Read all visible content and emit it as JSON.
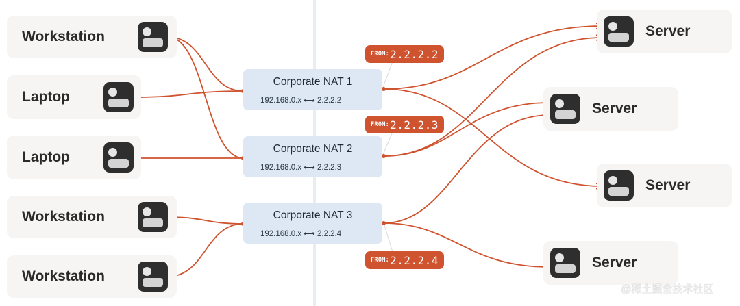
{
  "clients": [
    {
      "label": "Workstation",
      "icon": "device-icon"
    },
    {
      "label": "Laptop",
      "icon": "device-icon"
    },
    {
      "label": "Laptop",
      "icon": "device-icon"
    },
    {
      "label": "Workstation",
      "icon": "device-icon"
    },
    {
      "label": "Workstation",
      "icon": "device-icon"
    }
  ],
  "nats": [
    {
      "title": "Corporate NAT 1",
      "mapping": "192.168.0.x ⟷ 2.2.2.2"
    },
    {
      "title": "Corporate NAT 2",
      "mapping": "192.168.0.x ⟷ 2.2.2.3"
    },
    {
      "title": "Corporate NAT 3",
      "mapping": "192.168.0.x ⟷ 2.2.2.4"
    }
  ],
  "badges": [
    {
      "from": "FROM:",
      "ip": "2.2.2.2"
    },
    {
      "from": "FROM:",
      "ip": "2.2.2.3"
    },
    {
      "from": "FROM:",
      "ip": "2.2.2.4"
    }
  ],
  "servers": [
    {
      "label": "Server",
      "icon": "server-icon"
    },
    {
      "label": "Server",
      "icon": "server-icon"
    },
    {
      "label": "Server",
      "icon": "server-icon"
    },
    {
      "label": "Server",
      "icon": "server-icon"
    }
  ],
  "watermark": "@稀土掘金技术社区",
  "colors": {
    "connector": "#cf532e",
    "nat_fill": "#dde8f4",
    "node_fill": "#f6f5f3",
    "icon": "#2e2e2e"
  }
}
